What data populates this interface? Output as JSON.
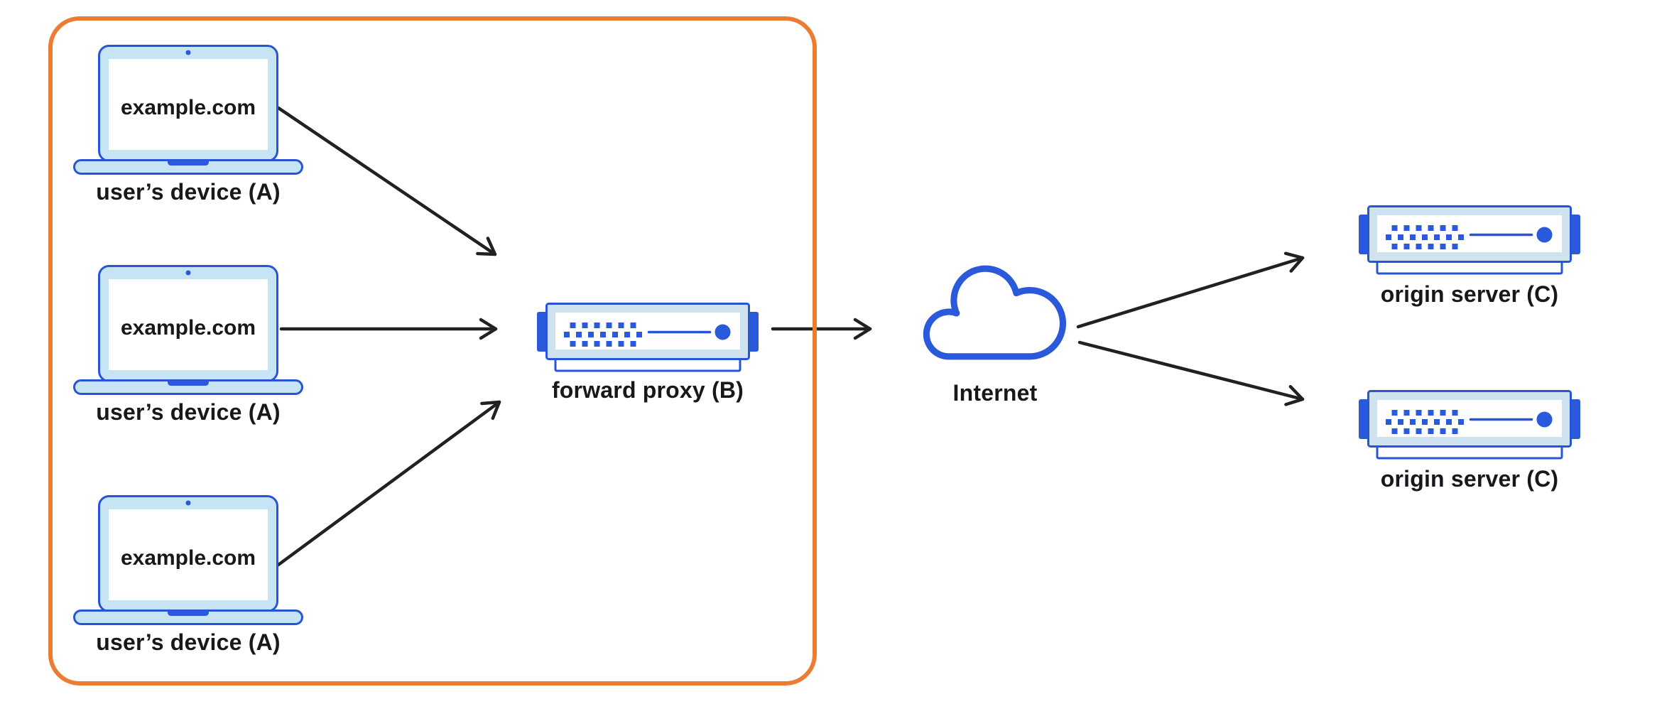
{
  "colors": {
    "accent_orange": "#ED7C33",
    "stroke_blue": "#2854D6",
    "fill_blue": "#2A5ADB",
    "light_blue_laptop": "#C6E4F3",
    "light_blue_server": "#CFE2EF",
    "arrow_black": "#212121",
    "text_black": "#16181B"
  },
  "clients": [
    {
      "screen_text": "example.com",
      "label": "user’s device (A)"
    },
    {
      "screen_text": "example.com",
      "label": "user’s device (A)"
    },
    {
      "screen_text": "example.com",
      "label": "user’s device (A)"
    }
  ],
  "proxy": {
    "label": "forward proxy (B)"
  },
  "internet": {
    "label": "Internet"
  },
  "origins": [
    {
      "label": "origin server (C)"
    },
    {
      "label": "origin server (C)"
    }
  ]
}
